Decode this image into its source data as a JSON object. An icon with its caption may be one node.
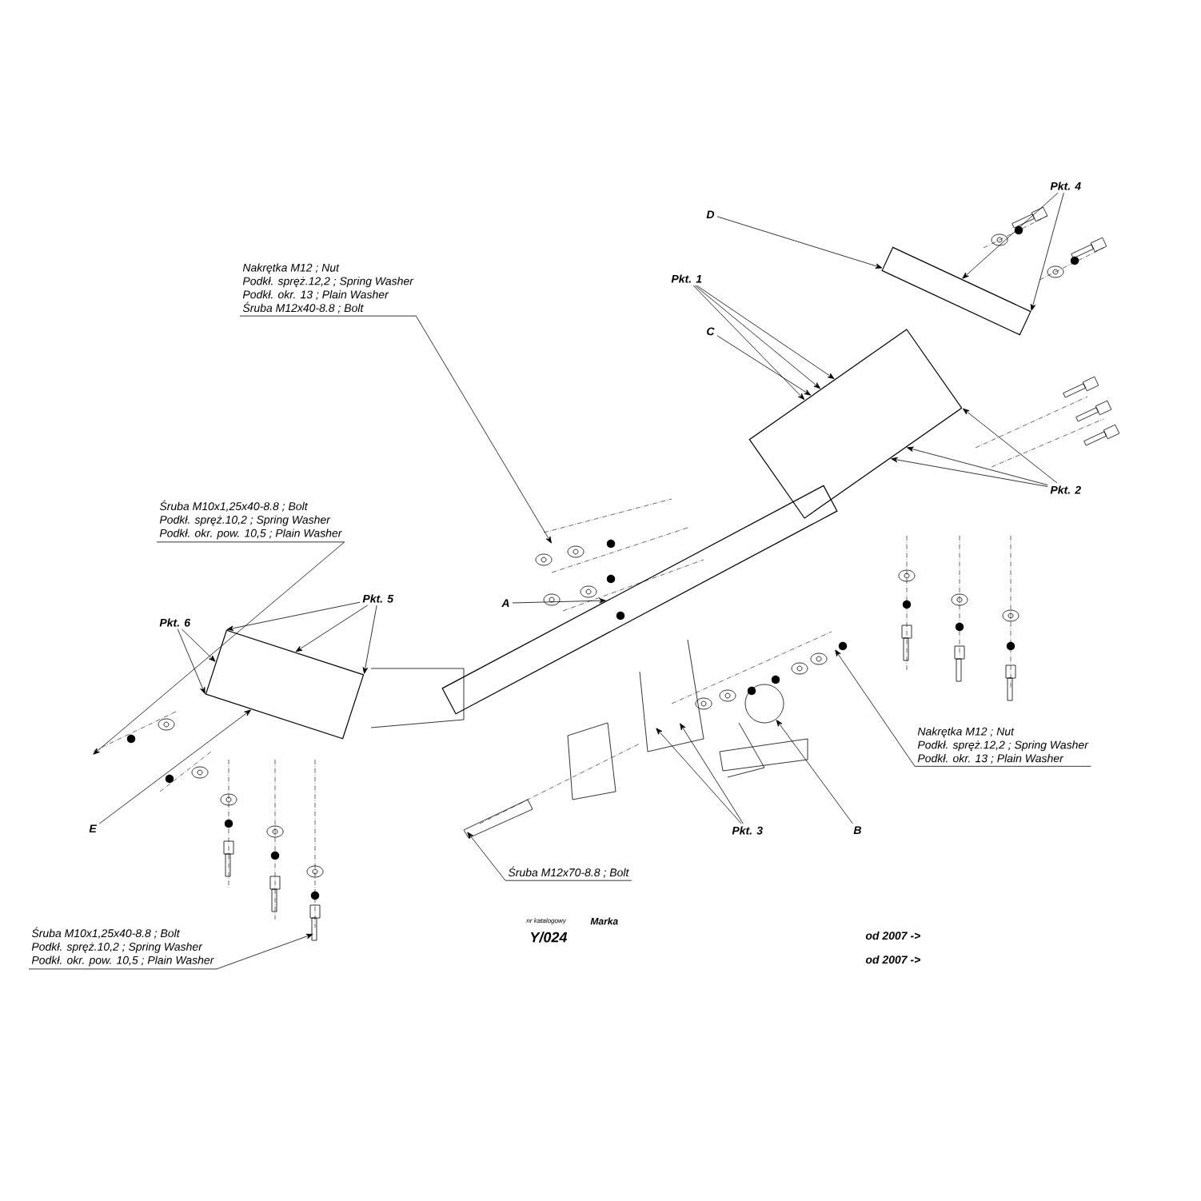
{
  "diagram": {
    "nodes": [
      {
        "text": [
          "Nakrętka  M12 ; Nut",
          "Podkł. spręż.12,2 ; Spring Washer",
          "Podkł. okr. 13 ; Plain Washer",
          "Śruba M12x40-8.8 ;  Bolt"
        ]
      },
      {
        "text": [
          "Śruba M10x1,25x40-8.8 ;  Bolt",
          "Podkł. spręż.10,2 ; Spring Washer",
          "Podkł. okr. pow. 10,5 ; Plain Washer"
        ]
      },
      {
        "text": [
          "D"
        ]
      },
      {
        "text": [
          "Pkt. 4"
        ]
      },
      {
        "text": [
          "Pkt. 1"
        ]
      },
      {
        "text": [
          "C"
        ]
      },
      {
        "text": [
          "Pkt. 2"
        ]
      },
      {
        "text": [
          "A"
        ]
      },
      {
        "text": [
          "Pkt. 6"
        ]
      },
      {
        "text": [
          "Pkt. 5"
        ]
      },
      {
        "text": [
          "Nakrętka  M12 ; Nut",
          "Podkł. spręż.12,2 ; Spring Washer",
          "Podkł. okr. 13 ; Plain Washer"
        ]
      },
      {
        "text": [
          "E"
        ]
      },
      {
        "text": [
          "Pkt. 3"
        ]
      },
      {
        "text": [
          "B"
        ]
      },
      {
        "text": [
          "Śruba M12x70-8.8 ;  Bolt"
        ]
      },
      {
        "text": [
          "Śruba M10x1,25x40-8.8 ;  Bolt",
          "Podkł. spręż.10,2 ; Spring Washer",
          "Podkł. okr. pow. 10,5 ; Plain Washer"
        ]
      },
      {
        "text": [],
        "shape": "bar"
      },
      {
        "text": [],
        "shape": "picture"
      },
      {
        "text": [],
        "shape": "picture"
      },
      {
        "text": [],
        "shape": "picture"
      },
      {
        "text": [],
        "shape": "picture"
      }
    ],
    "edges": [
      {
        "from": 0,
        "to": null,
        "arrow": "to"
      },
      {
        "from": 1,
        "to": null,
        "arrow": "to"
      },
      {
        "from": 2,
        "to": 19,
        "arrow": "to"
      },
      {
        "from": 3,
        "to": 19,
        "arrow": "to"
      },
      {
        "from": 3,
        "to": 19,
        "arrow": "to"
      },
      {
        "from": 4,
        "to": 18,
        "arrow": "to"
      },
      {
        "from": 4,
        "to": 18,
        "arrow": "to"
      },
      {
        "from": 4,
        "to": 18,
        "arrow": "to"
      },
      {
        "from": 5,
        "to": 18,
        "arrow": "to"
      },
      {
        "from": 6,
        "to": 18,
        "arrow": "to"
      },
      {
        "from": 6,
        "to": 18,
        "arrow": "to"
      },
      {
        "from": 6,
        "to": 18,
        "arrow": "to"
      },
      {
        "from": 7,
        "to": 16,
        "arrow": "to"
      },
      {
        "from": 8,
        "to": 20,
        "arrow": "to"
      },
      {
        "from": 8,
        "to": 20,
        "arrow": "to"
      },
      {
        "from": 9,
        "to": 20,
        "arrow": "to"
      },
      {
        "from": 9,
        "to": 20,
        "arrow": "to"
      },
      {
        "from": 9,
        "to": 20,
        "arrow": "to"
      },
      {
        "from": 10,
        "to": null,
        "arrow": "to"
      },
      {
        "from": 11,
        "to": 20,
        "arrow": "to"
      },
      {
        "from": 12,
        "to": null,
        "arrow": "to"
      },
      {
        "from": 12,
        "to": null,
        "arrow": "to"
      },
      {
        "from": 13,
        "to": 17,
        "arrow": "to"
      },
      {
        "from": 14,
        "to": null,
        "arrow": "to"
      },
      {
        "from": 15,
        "to": null,
        "arrow": "to"
      }
    ],
    "labels": [
      "nr katalogowy",
      "Y/024",
      "Marka",
      "od  2007 ->",
      "od  2007 ->"
    ]
  }
}
